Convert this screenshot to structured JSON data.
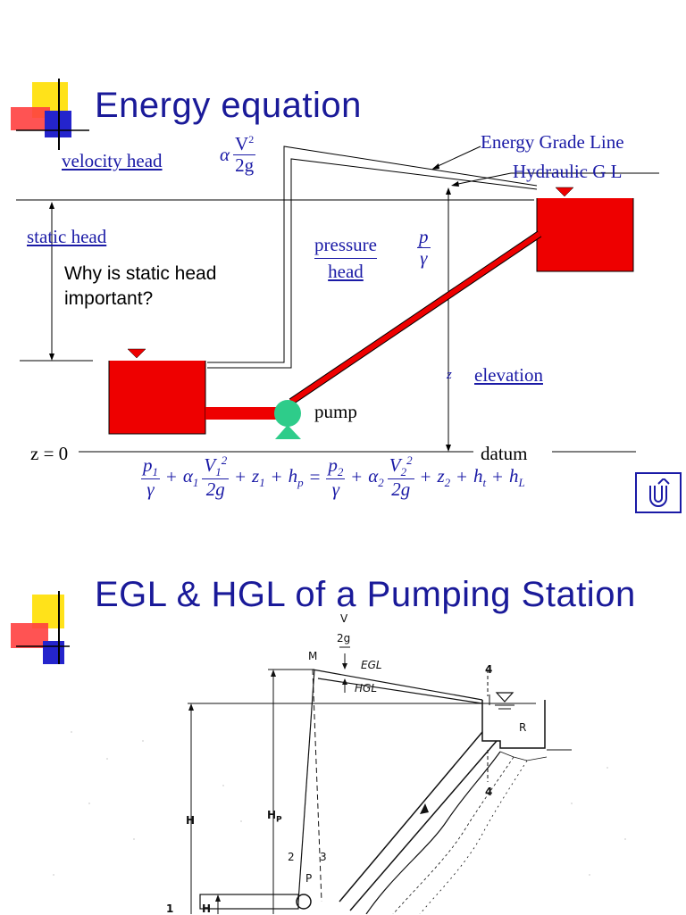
{
  "slide1": {
    "title": "Energy equation",
    "labels": {
      "velocity_head": "velocity head",
      "static_head": "static head",
      "pressure": "pressure",
      "head": "head",
      "elevation": "elevation",
      "egl": "Energy Grade Line",
      "hgl": "Hydraulic G L",
      "pump": "pump",
      "datum": "datum",
      "z_eq_0": "z = 0",
      "z": "z"
    },
    "question_line1": "Why is static head",
    "question_line2": "important?",
    "velocity_formula": {
      "alpha": "α",
      "num": "V",
      "sup": "2",
      "den": "2g"
    },
    "pressure_formula": {
      "num": "p",
      "den": "γ"
    },
    "equation": {
      "p1": "p",
      "p1_sub": "1",
      "gamma": "γ",
      "alpha1": "α",
      "alpha1_sub": "1",
      "v1": "V",
      "v1_sub": "1",
      "v1_sup": "2",
      "two_g": "2g",
      "z1": "z",
      "z1_sub": "1",
      "hp": "h",
      "hp_sub": "p",
      "equals": "=",
      "p2": "p",
      "p2_sub": "2",
      "alpha2": "α",
      "alpha2_sub": "2",
      "v2": "V",
      "v2_sub": "2",
      "v2_sup": "2",
      "z2": "z",
      "z2_sub": "2",
      "ht": "h",
      "ht_sub": "t",
      "hl": "h",
      "hl_sub": "L",
      "plus": "+"
    },
    "back_button_icon": "u-turn-arrow-icon"
  },
  "slide2": {
    "title": "EGL & HGL of a Pumping Station",
    "labels": {
      "v": "V",
      "two_g": "2g",
      "m": "M",
      "egl": "EGL",
      "hgl": "HGL",
      "four_top": "4",
      "four_bottom": "4",
      "r": "R",
      "h": "H",
      "hp_main": "H",
      "hp_sub": "P",
      "two": "2",
      "three": "3",
      "p": "P",
      "one": "1",
      "h_small": "H"
    }
  },
  "colors": {
    "title_blue": "#1a1a99",
    "label_blue": "#1a1aa6",
    "tank_red": "#ee0000",
    "pump_green": "#2ecc8a",
    "deco_yellow": "#ffe21a",
    "deco_red": "#ff3b3b",
    "deco_blue": "#2222cc"
  }
}
